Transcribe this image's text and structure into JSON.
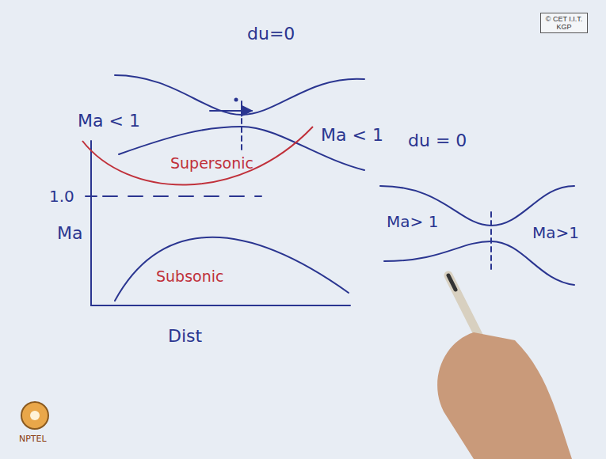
{
  "diagram": {
    "nodes": [
      {
        "text": [
          "© CET I.I.T. KGP"
        ]
      }
    ],
    "labels": [
      "du=0",
      "Ma < 1",
      "Ma < 1",
      "Supersonic",
      "1.0",
      "Ma",
      "Subsonic",
      "Dist",
      "du = 0",
      "Ma> 1",
      "Ma>1",
      "NPTEL"
    ]
  }
}
